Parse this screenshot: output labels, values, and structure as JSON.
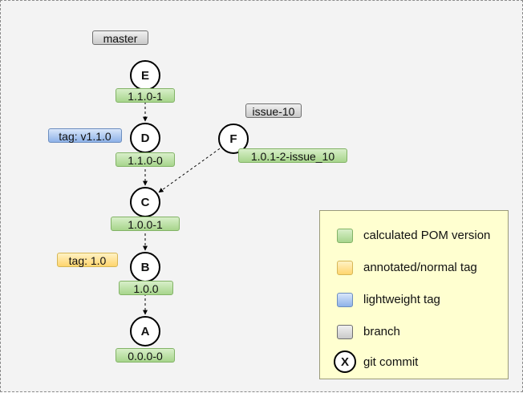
{
  "commits": {
    "E": {
      "id": "E",
      "version": "1.1.0-1"
    },
    "D": {
      "id": "D",
      "version": "1.1.0-0"
    },
    "C": {
      "id": "C",
      "version": "1.0.0-1"
    },
    "B": {
      "id": "B",
      "version": "1.0.0"
    },
    "A": {
      "id": "A",
      "version": "0.0.0-0"
    },
    "F": {
      "id": "F",
      "version": "1.0.1-2-issue_10"
    }
  },
  "refs": {
    "master": "master",
    "issue_10": "issue-10",
    "tag_v110": "tag: v1.1.0",
    "tag_10": "tag: 1.0"
  },
  "edges": [
    {
      "from": "E",
      "to": "D"
    },
    {
      "from": "D",
      "to": "C"
    },
    {
      "from": "F",
      "to": "C"
    },
    {
      "from": "C",
      "to": "B"
    },
    {
      "from": "B",
      "to": "A"
    }
  ],
  "legend": {
    "calculated": "calculated POM version",
    "annotated": "annotated/normal tag",
    "lightweight": "lightweight tag",
    "branch": "branch",
    "commit_symbol": "X",
    "commit": "git commit"
  },
  "colors": {
    "version_fill": "#a7d58c",
    "annotated_fill": "#ffd56e",
    "lightweight_fill": "#8eb2e8",
    "branch_fill": "#c9c9c9",
    "legend_bg": "#ffffd0"
  }
}
